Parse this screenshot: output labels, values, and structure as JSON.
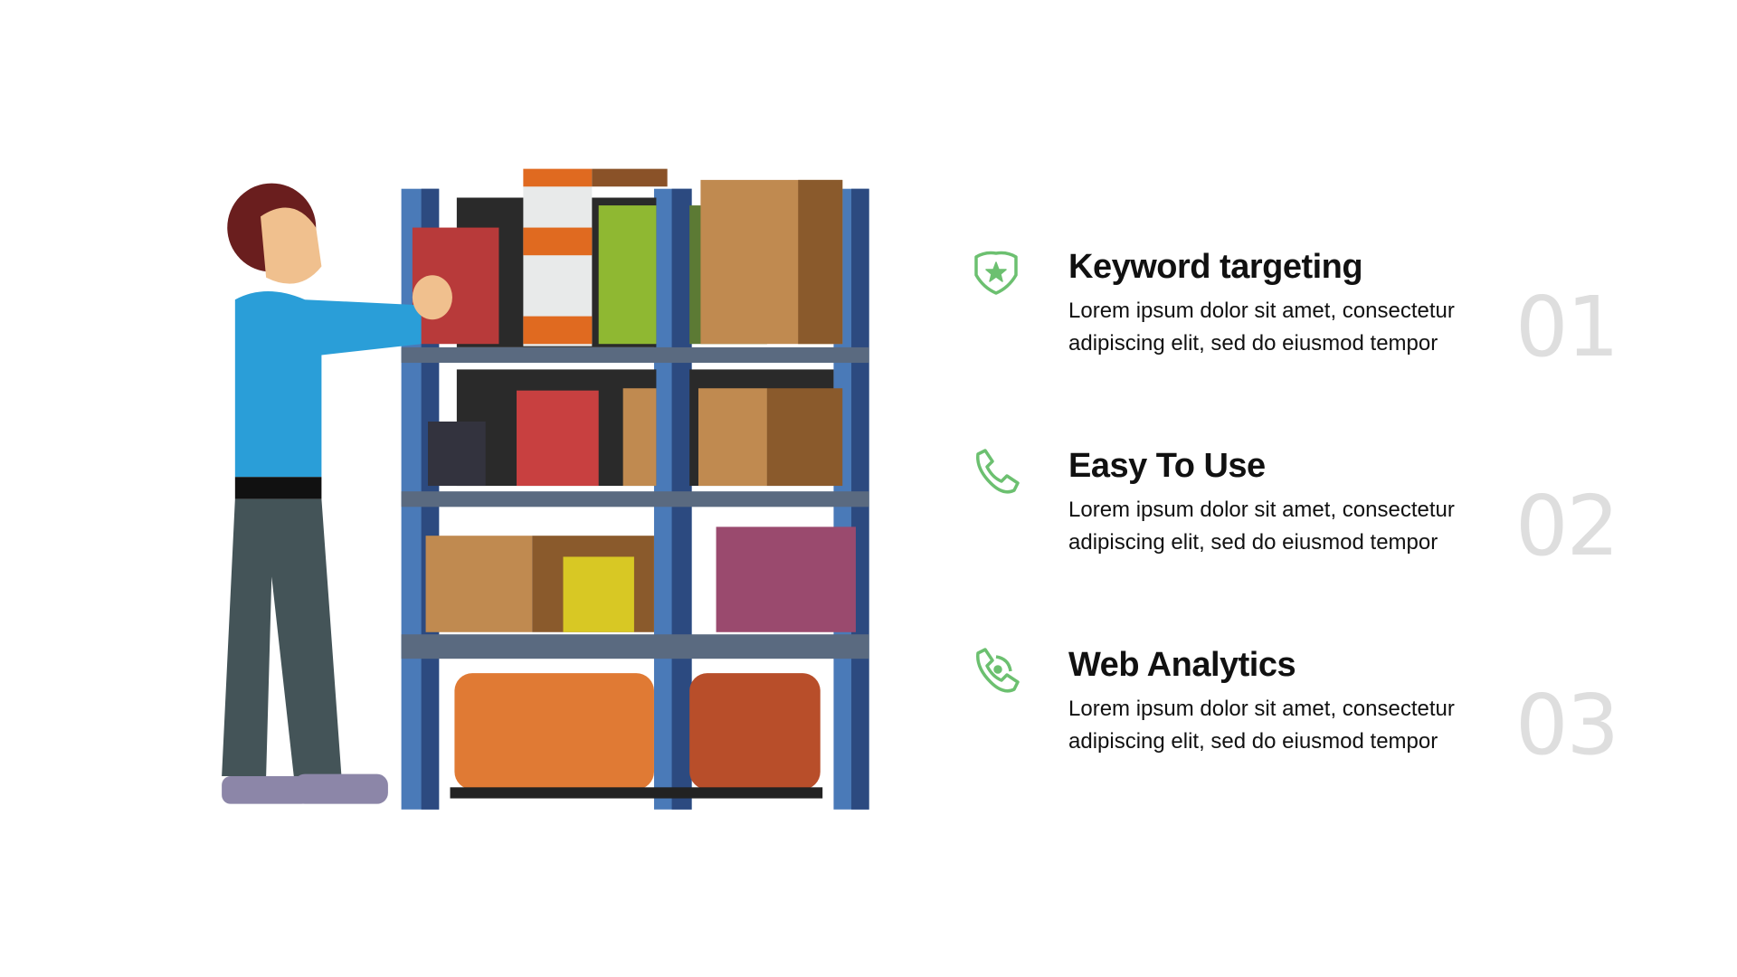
{
  "features": [
    {
      "title": "Keyword targeting",
      "description": "Lorem ipsum dolor sit amet, consectetur adipiscing elit, sed do eiusmod tempor",
      "number": "01",
      "icon": "shield-star-icon"
    },
    {
      "title": "Easy To Use",
      "description": "Lorem ipsum dolor sit amet, consectetur adipiscing elit, sed do eiusmod tempor",
      "number": "02",
      "icon": "phone-icon"
    },
    {
      "title": "Web Analytics",
      "description": "Lorem ipsum dolor sit amet, consectetur adipiscing elit, sed do eiusmod tempor",
      "number": "03",
      "icon": "phone-call-icon"
    }
  ],
  "colors": {
    "accent": "#6cc070",
    "number": "#dedede"
  }
}
